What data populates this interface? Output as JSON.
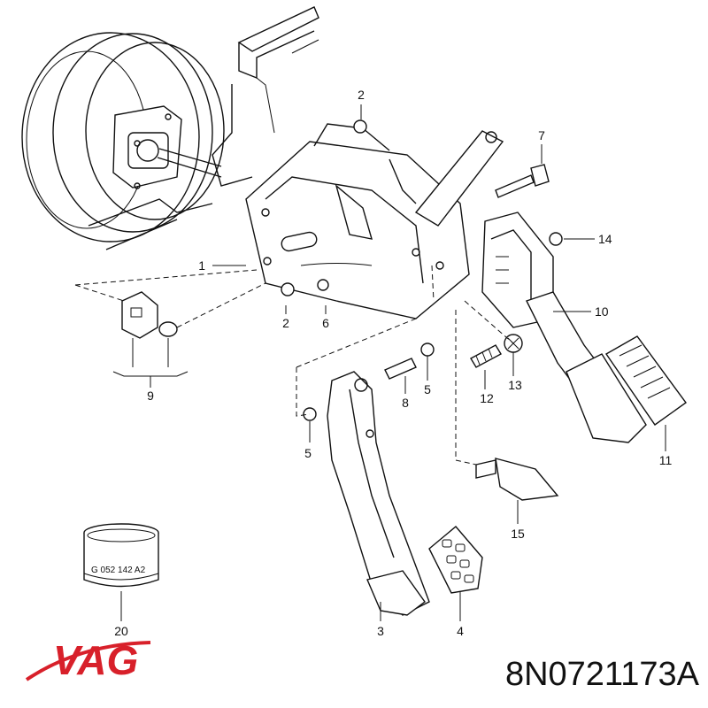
{
  "part_number": "8N0721173A",
  "brand": {
    "logo_text": "VAG",
    "color": "#d8202a"
  },
  "can_label": "G 052 142 A2",
  "callouts": [
    "1",
    "2",
    "2",
    "3",
    "4",
    "5",
    "5",
    "6",
    "7",
    "8",
    "9",
    "10",
    "11",
    "12",
    "13",
    "14",
    "15",
    "20"
  ]
}
